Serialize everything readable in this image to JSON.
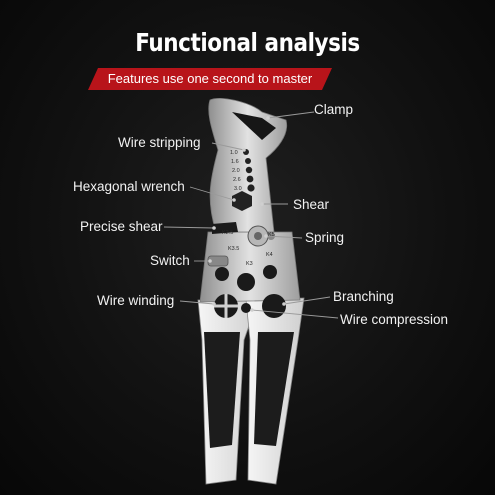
{
  "header": {
    "title": "Functional analysis",
    "banner": "Features use one second to master",
    "banner_color": "#b8141a"
  },
  "labels": {
    "clamp": "Clamp",
    "wire_stripping": "Wire stripping",
    "hexagonal_wrench": "Hexagonal wrench",
    "shear": "Shear",
    "precise_shear": "Precise shear",
    "spring": "Spring",
    "switch": "Switch",
    "wire_winding": "Wire winding",
    "branching": "Branching",
    "wire_compression": "Wire compression"
  },
  "tool_markings": {
    "gauges": [
      "1.0",
      "1.6",
      "2.0",
      "2.6",
      "3.0"
    ],
    "k_left": "K2.5",
    "k_mid": "K3.5",
    "k_right": "K5",
    "k_bottom": "K3",
    "k_bottom_right": "K4"
  },
  "colors": {
    "handle_white": "#e9e9e9",
    "grip_black": "#1c1c1c",
    "steel": "#c9c9c9",
    "pointer": "#9a9a9a"
  }
}
